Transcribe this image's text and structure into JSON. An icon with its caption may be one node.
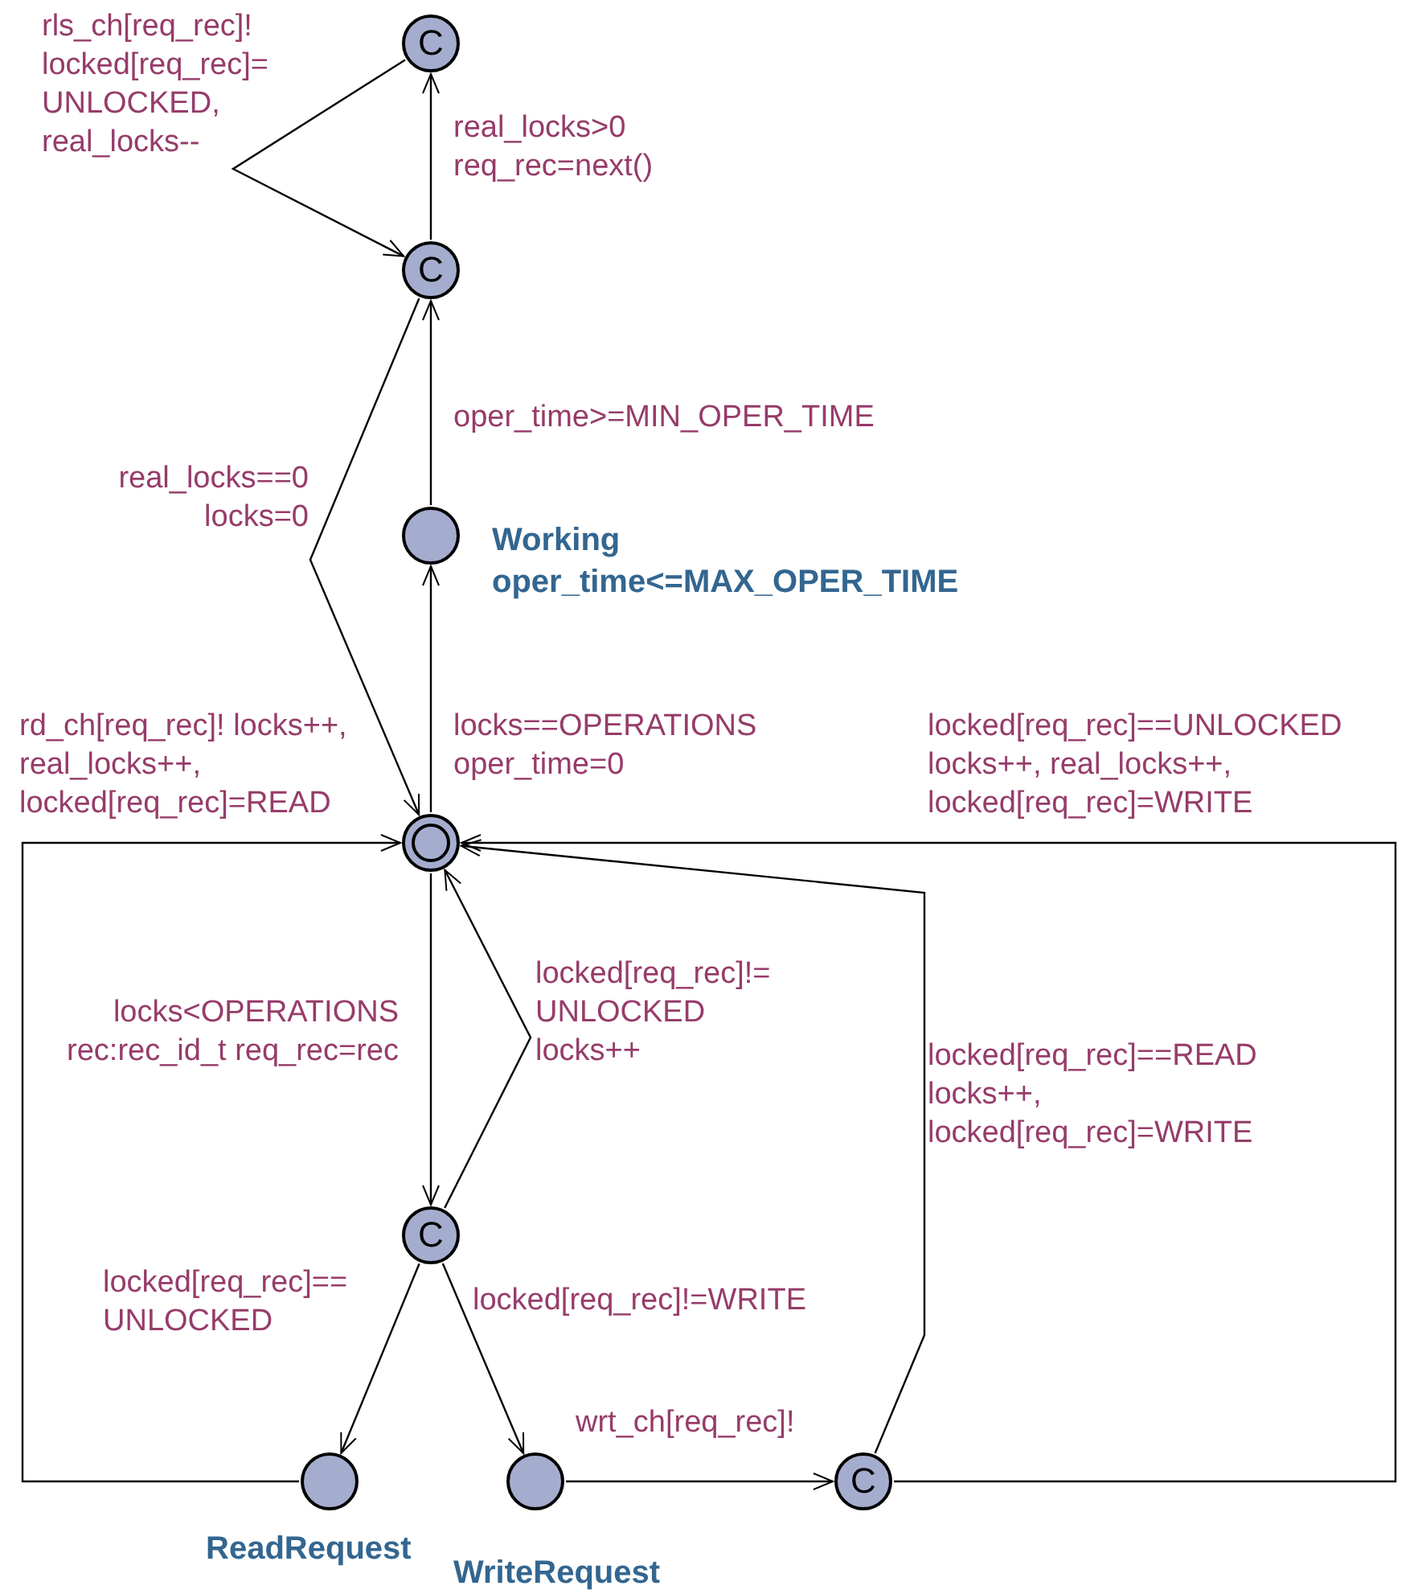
{
  "diagram": {
    "nodes": [
      {
        "text": [
          "C"
        ]
      },
      {
        "text": [
          "C"
        ]
      },
      {
        "text": [],
        "shape": "circle",
        "beside": [
          "Working",
          "oper_time<=MAX_OPER_TIME"
        ]
      },
      {
        "text": [],
        "shape": "circle"
      },
      {
        "text": [
          "C"
        ]
      },
      {
        "text": [],
        "shape": "circle",
        "beside": [
          "ReadRequest"
        ]
      },
      {
        "text": [],
        "shape": "circle",
        "beside": [
          "WriteRequest"
        ]
      },
      {
        "text": [
          "C"
        ]
      }
    ],
    "edges": [
      {
        "from": 1,
        "to": 0,
        "arrow": "to",
        "label": "real_locks>0 req_rec=next()"
      },
      {
        "from": 0,
        "to": 1,
        "arrow": "to",
        "label": "rls_ch[req_rec]! locked[req_rec]= UNLOCKED, real_locks--"
      },
      {
        "from": 2,
        "to": 1,
        "arrow": "to",
        "label": "oper_time>=MIN_OPER_TIME"
      },
      {
        "from": 1,
        "to": 3,
        "arrow": "to",
        "label": "real_locks==0 locks=0"
      },
      {
        "from": 3,
        "to": 2,
        "arrow": "to",
        "label": "locks==OPERATIONS oper_time=0"
      },
      {
        "from": 3,
        "to": 4,
        "arrow": "to",
        "label": "locks<OPERATIONS rec:rec_id_t req_rec=rec"
      },
      {
        "from": 4,
        "to": 3,
        "arrow": "to",
        "label": "locked[req_rec]!= UNLOCKED locks++"
      },
      {
        "from": 4,
        "to": 5,
        "arrow": "to",
        "label": "locked[req_rec]== UNLOCKED"
      },
      {
        "from": 4,
        "to": 6,
        "arrow": "to",
        "label": "locked[req_rec]!=WRITE"
      },
      {
        "from": 6,
        "to": 7,
        "arrow": "to",
        "label": "wrt_ch[req_rec]!"
      },
      {
        "from": 5,
        "to": 3,
        "arrow": "to",
        "label": "rd_ch[req_rec]! locks++, real_locks++, locked[req_rec]=READ"
      },
      {
        "from": 7,
        "to": 3,
        "arrow": "to",
        "label": "locked[req_rec]==READ locks++, locked[req_rec]=WRITE"
      },
      {
        "from": 7,
        "to": 3,
        "arrow": "to",
        "label": "locked[req_rec]==UNLOCKED locks++, real_locks++, locked[req_rec]=WRITE"
      }
    ]
  }
}
